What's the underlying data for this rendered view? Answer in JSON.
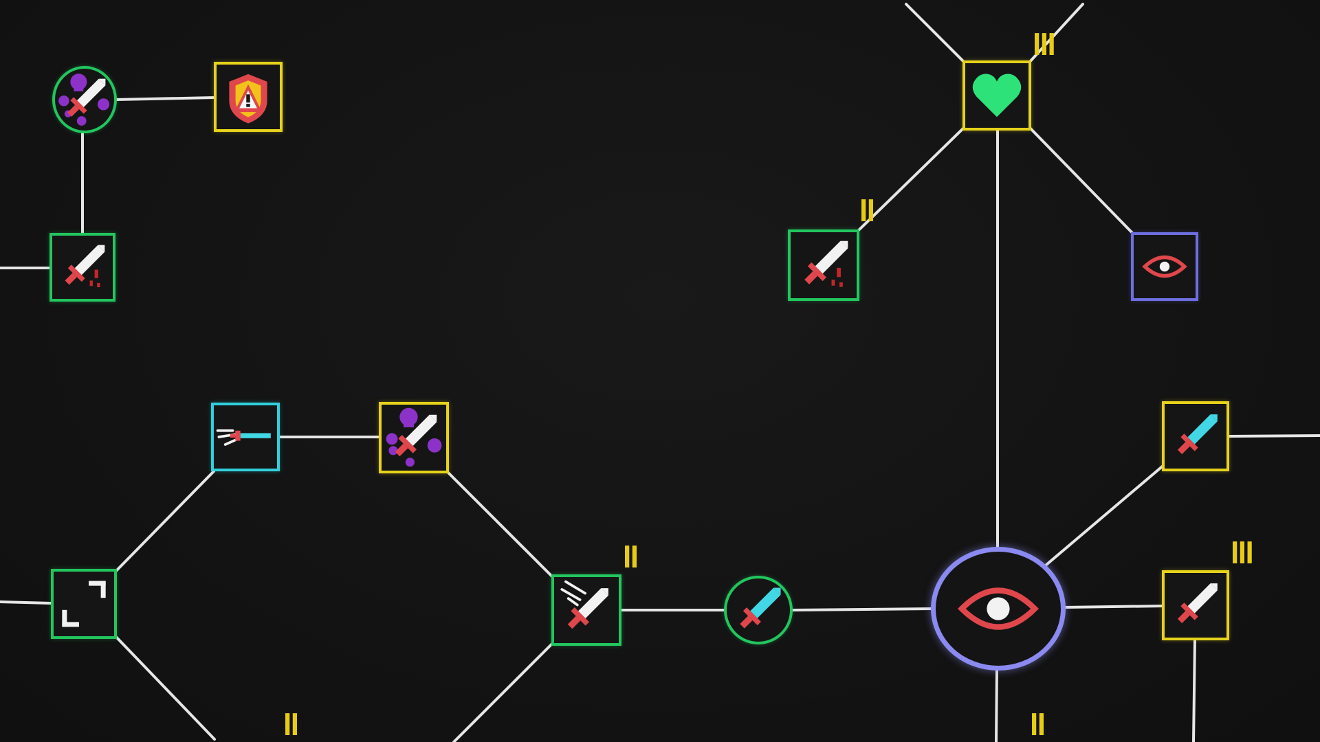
{
  "colors": {
    "green": "#22c55e",
    "yellow": "#e6d21b",
    "cyan": "#2fd0dc",
    "blue": "#6e6ee0",
    "core": "#8a8af0",
    "tier_label": "#e8cc14",
    "link": "#e6e6e6",
    "sword_white": "#f2f2f2",
    "sword_cyan": "#41d7e4",
    "hilt_red": "#e0474c",
    "skull_purple": "#8d32c8",
    "heart_green": "#2ee27a"
  },
  "skill_tree": {
    "nodes": [
      {
        "id": "poison-sword",
        "icon": "poison-sword-icon",
        "shape": "circle",
        "frame": "green"
      },
      {
        "id": "warning-shield",
        "icon": "warning-shield-icon",
        "shape": "square",
        "frame": "yellow"
      },
      {
        "id": "bleed-sword-left",
        "icon": "bleeding-sword-icon",
        "shape": "square",
        "frame": "green"
      },
      {
        "id": "health-heart",
        "icon": "heart-icon",
        "shape": "square",
        "frame": "yellow",
        "tier": "III"
      },
      {
        "id": "bleed-sword-top",
        "icon": "bleeding-sword-icon",
        "shape": "square",
        "frame": "green",
        "tier": "II"
      },
      {
        "id": "eye-small",
        "icon": "eye-icon",
        "shape": "square",
        "frame": "blue"
      },
      {
        "id": "dash-sword",
        "icon": "dash-sword-icon",
        "shape": "square",
        "frame": "cyan"
      },
      {
        "id": "poison-sword-square",
        "icon": "poison-sword-icon",
        "shape": "square",
        "frame": "yellow"
      },
      {
        "id": "expand",
        "icon": "expand-corners-icon",
        "shape": "square",
        "frame": "green"
      },
      {
        "id": "swift-sword",
        "icon": "swift-sword-icon",
        "shape": "square",
        "frame": "green",
        "tier": "II"
      },
      {
        "id": "cyan-sword-circle",
        "icon": "cyan-sword-icon",
        "shape": "circle",
        "frame": "green"
      },
      {
        "id": "core-eye",
        "icon": "eye-icon",
        "shape": "circle",
        "frame": "core"
      },
      {
        "id": "cyan-sword-right",
        "icon": "cyan-sword-icon",
        "shape": "square",
        "frame": "yellow"
      },
      {
        "id": "white-sword-right",
        "icon": "sword-icon",
        "shape": "square",
        "frame": "yellow",
        "tier": "III"
      }
    ],
    "tier_labels": {
      "health_heart": "III",
      "bleed_sword_top": "II",
      "swift_sword": "II",
      "white_sword_right": "III",
      "bottom_left": "II",
      "bottom_center": "II"
    }
  }
}
